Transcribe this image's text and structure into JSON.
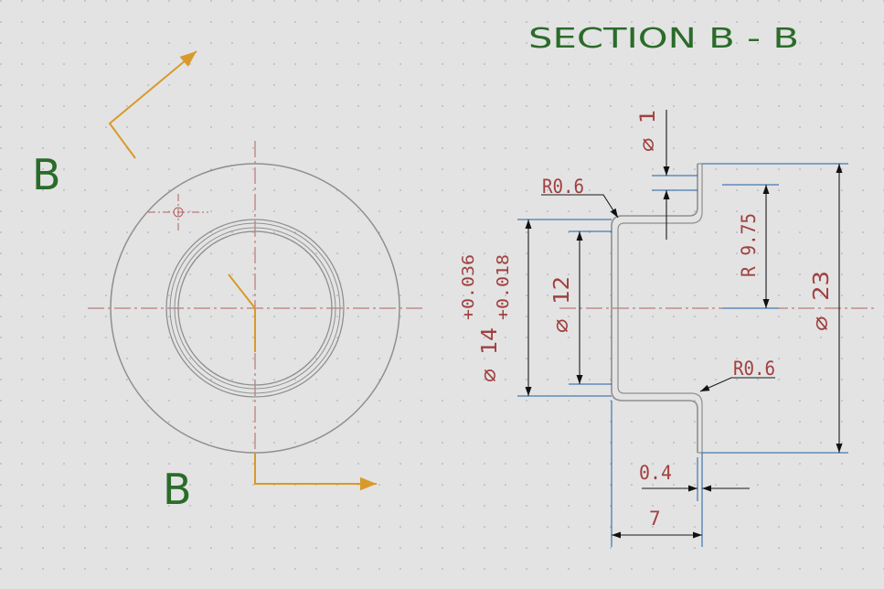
{
  "section_title": "SECTION B - B",
  "cut_label_top": "B",
  "cut_label_bottom": "B",
  "dimensions": {
    "dia_1": "∅ 1",
    "radius_top": "R0.6",
    "radius_bottom": "R0.6",
    "dia_14": "∅ 14",
    "tol_upper": "+0.036",
    "tol_lower": "+0.018",
    "dia_12": "∅ 12",
    "rad_9_75": "R 9.75",
    "dia_23": "∅ 23",
    "thick_0_4": "0.4",
    "len_7": "7"
  },
  "colors": {
    "background": "#e3e3e3",
    "grid_dot": "#9aa3b5",
    "geometry": "#8f8f8f",
    "center_line": "#b06060",
    "view_arrow": "#d89a2a",
    "section_text": "#2a6b2a",
    "dimension_text": "#a04040",
    "extension_line": "#1f5fa0",
    "dimension_line": "#1a1a1a"
  }
}
